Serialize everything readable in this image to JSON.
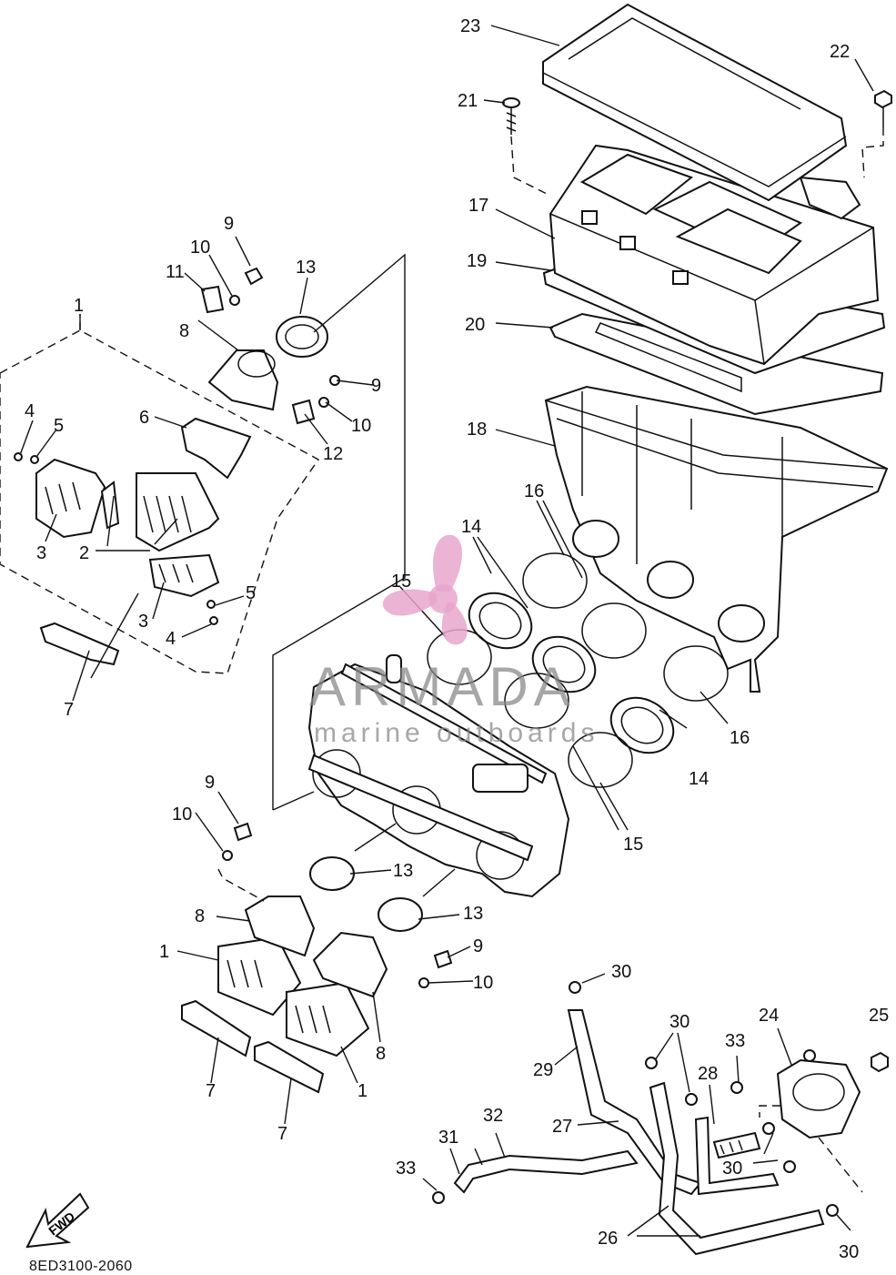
{
  "diagram": {
    "callouts": {
      "p1_top": "1",
      "p1_bot": "1",
      "p1_right": "1",
      "p2": "2",
      "p3_a": "3",
      "p3_b": "3",
      "p4_a": "4",
      "p4_b": "4",
      "p5_a": "5",
      "p5_b": "5",
      "p6": "6",
      "p7_a": "7",
      "p7_b": "7",
      "p7_c": "7",
      "p8_a": "8",
      "p8_b": "8",
      "p8_c": "8",
      "p9_a": "9",
      "p9_b": "9",
      "p9_c": "9",
      "p9_d": "9",
      "p10_a": "10",
      "p10_b": "10",
      "p10_c": "10",
      "p10_d": "10",
      "p11": "11",
      "p12": "12",
      "p13_a": "13",
      "p13_b": "13",
      "p13_c": "13",
      "p14_a": "14",
      "p14_b": "14",
      "p15_a": "15",
      "p15_b": "15",
      "p16_a": "16",
      "p16_b": "16",
      "p17": "17",
      "p18": "18",
      "p19": "19",
      "p20": "20",
      "p21": "21",
      "p22": "22",
      "p23": "23",
      "p24": "24",
      "p25": "25",
      "p26": "26",
      "p27": "27",
      "p28": "28",
      "p29": "29",
      "p30_a": "30",
      "p30_b": "30",
      "p30_c": "30",
      "p30_d": "30",
      "p31": "31",
      "p32": "32",
      "p33_a": "33",
      "p33_b": "33"
    },
    "fwd_label": "FWD",
    "document_code": "8ED3100-2060"
  },
  "watermark": {
    "brand": "ARMADA",
    "tagline": "marine outboards",
    "logo_color": "#e7a6cc",
    "text_color": "#8a8a8a"
  }
}
